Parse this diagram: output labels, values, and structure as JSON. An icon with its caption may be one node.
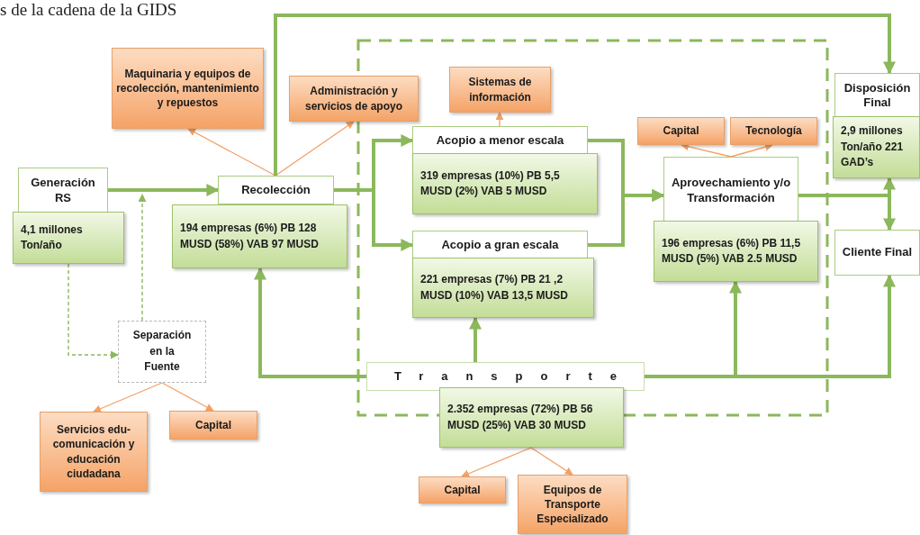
{
  "diagram": {
    "title": "s de la cadena de la GIDS",
    "nodes": [
      {
        "text": [],
        "shape": "box"
      },
      {
        "text": [
          "Generación RS"
        ]
      },
      {
        "text": [
          "4,1 millones Ton/año"
        ]
      },
      {
        "text": [
          "Maquinaria y equipos de recolección, mantenimiento y repuestos"
        ]
      },
      {
        "text": [
          "Administración y servicios de apoyo"
        ]
      },
      {
        "text": [
          "Recolección"
        ]
      },
      {
        "text": [
          "194 empresas (6%) PB 128 MUSD (58%) VAB 97 MUSD"
        ]
      },
      {
        "text": [
          "Sistemas de información"
        ],
        "in": 0
      },
      {
        "text": [
          "Acopio a menor escala"
        ],
        "in": 0
      },
      {
        "text": [
          "319 empresas (10%) PB 5,5 MUSD (2%) VAB 5 MUSD"
        ],
        "in": 0
      },
      {
        "text": [
          "Acopio a gran escala"
        ],
        "in": 0
      },
      {
        "text": [
          "221 empresas (7%) PB 21 ,2 MUSD (10%) VAB 13,5 MUSD"
        ],
        "in": 0
      },
      {
        "text": [
          "Capital"
        ],
        "in": 0
      },
      {
        "text": [
          "Tecnología"
        ],
        "in": 0
      },
      {
        "text": [
          "Aprovechamiento y/o Transformación"
        ],
        "in": 0
      },
      {
        "text": [
          "196 empresas (6%) PB 11,5 MUSD (5%) VAB 2.5 MUSD"
        ],
        "in": 0
      },
      {
        "text": [
          "Disposición Final"
        ]
      },
      {
        "text": [
          "2,9 millones Ton/año 221 GAD’s"
        ]
      },
      {
        "text": [
          "Cliente Final"
        ]
      },
      {
        "text": [
          "Separación en la Fuente"
        ]
      },
      {
        "text": [
          "Servicios edu-comunicación y educación ciudadana"
        ]
      },
      {
        "text": [
          "Capital"
        ]
      },
      {
        "text": [
          "Transporte"
        ],
        "in": 0
      },
      {
        "text": [
          "2.352 empresas (72%) PB 56 MUSD (25%) VAB 30 MUSD"
        ]
      },
      {
        "text": [
          "Capital"
        ]
      },
      {
        "text": [
          "Equipos de Transporte Especializado"
        ]
      }
    ],
    "edges": [
      {
        "from": 1,
        "to": 5,
        "arrow": "to"
      },
      {
        "from": 19,
        "to": null,
        "arrow": "to",
        "style": "dashed"
      },
      {
        "from": 2,
        "to": 19,
        "arrow": "to",
        "style": "dashed"
      },
      {
        "from": 19,
        "to": 20,
        "arrow": "to",
        "color": "#f2a066"
      },
      {
        "from": 19,
        "to": 21,
        "arrow": "to",
        "color": "#f2a066"
      },
      {
        "from": 5,
        "to": 3,
        "arrow": "to",
        "color": "#f2a066"
      },
      {
        "from": 5,
        "to": 4,
        "arrow": "to",
        "color": "#f2a066"
      },
      {
        "from": 5,
        "to": 16,
        "arrow": "to"
      },
      {
        "from": 5,
        "to": 8,
        "arrow": "to"
      },
      {
        "from": 5,
        "to": 10,
        "arrow": "to"
      },
      {
        "from": 8,
        "to": 14,
        "arrow": "to"
      },
      {
        "from": 10,
        "to": 14,
        "arrow": "to"
      },
      {
        "from": 8,
        "to": 7,
        "arrow": "to",
        "color": "#f2a066"
      },
      {
        "from": 14,
        "to": 12,
        "arrow": "to",
        "color": "#f2a066"
      },
      {
        "from": 14,
        "to": 13,
        "arrow": "to",
        "color": "#f2a066"
      },
      {
        "from": 14,
        "to": 17,
        "arrow": "to"
      },
      {
        "from": 14,
        "to": 18,
        "arrow": "to"
      },
      {
        "from": 22,
        "to": 6,
        "arrow": "to"
      },
      {
        "from": 22,
        "to": 11,
        "arrow": "to"
      },
      {
        "from": 22,
        "to": 15,
        "arrow": "to"
      },
      {
        "from": 22,
        "to": 18,
        "arrow": "to"
      },
      {
        "from": 23,
        "to": 24,
        "arrow": "to",
        "color": "#f2a066"
      },
      {
        "from": 23,
        "to": 25,
        "arrow": "to",
        "color": "#f2a066"
      }
    ]
  }
}
